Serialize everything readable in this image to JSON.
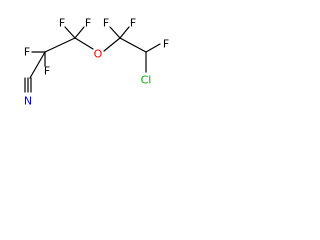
{
  "colors": {
    "background": "#ffffff",
    "bond": "#000000",
    "label_default": "#000000",
    "label_cl": "#00b000",
    "label_n": "#0000ff",
    "label_o": "#ff0000"
  },
  "molecule": {
    "labels": {
      "f_c2_left": "F",
      "f_c2_bottom": "F",
      "f_c3_left": "F",
      "f_c3_right": "F",
      "o_ether": "O",
      "f_c4_left": "F",
      "f_c4_right": "F",
      "f_c5": "F",
      "cl": "Cl",
      "n_nitrile": "N"
    }
  }
}
